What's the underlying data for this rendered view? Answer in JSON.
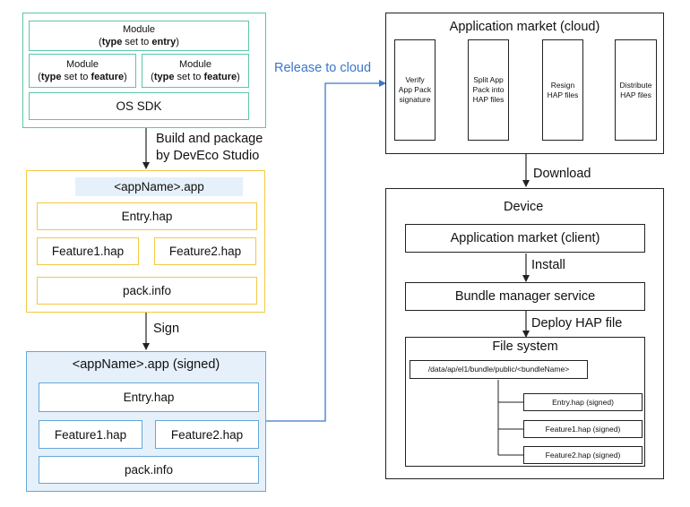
{
  "source": {
    "module_entry": {
      "title": "Module",
      "open": "(",
      "type_word": "type",
      "set_to": " set to ",
      "value": "entry",
      "close": ")"
    },
    "module_feature_left": {
      "title": "Module",
      "open": "(",
      "type_word": "type",
      "set_to": " set to ",
      "value": "feature",
      "close": ")"
    },
    "module_feature_right": {
      "title": "Module",
      "open": "(",
      "type_word": "type",
      "set_to": " set to ",
      "value": "feature",
      "close": ")"
    },
    "os_sdk": "OS SDK"
  },
  "steps": {
    "build_line1": "Build and package",
    "build_line2": "by DevEco Studio",
    "sign": "Sign",
    "release": "Release to cloud",
    "download": "Download",
    "install": "Install",
    "deploy": "Deploy HAP file"
  },
  "app_package": {
    "title": "<appName>.app",
    "entry": "Entry.hap",
    "feature1": "Feature1.hap",
    "feature2": "Feature2.hap",
    "pack_info": "pack.info"
  },
  "signed_package": {
    "title": "<appName>.app (signed)",
    "entry": "Entry.hap",
    "feature1": "Feature1.hap",
    "feature2": "Feature2.hap",
    "pack_info": "pack.info"
  },
  "cloud": {
    "title": "Application market (cloud)",
    "steps": [
      [
        "Verify",
        "App Pack",
        "signature"
      ],
      [
        "Split App",
        "Pack into",
        "HAP files"
      ],
      [
        "Resign",
        "HAP files"
      ],
      [
        "Distribute",
        "HAP files"
      ]
    ]
  },
  "device": {
    "title": "Device",
    "market_client": "Application market (client)",
    "bundle_manager": "Bundle manager service",
    "file_system": {
      "title": "File system",
      "path": "/data/ap/el1/bundle/public/<bundleName>",
      "files": [
        "Entry.hap (signed)",
        "Feature1.hap (signed)",
        "Feature2.hap (signed)"
      ]
    }
  },
  "colors": {
    "teal": "#5cc6a8",
    "yellow": "#f5c842",
    "blue": "#64a8d8",
    "arrow_blue": "#3a78c8",
    "title_band": "#e6f0fa"
  }
}
